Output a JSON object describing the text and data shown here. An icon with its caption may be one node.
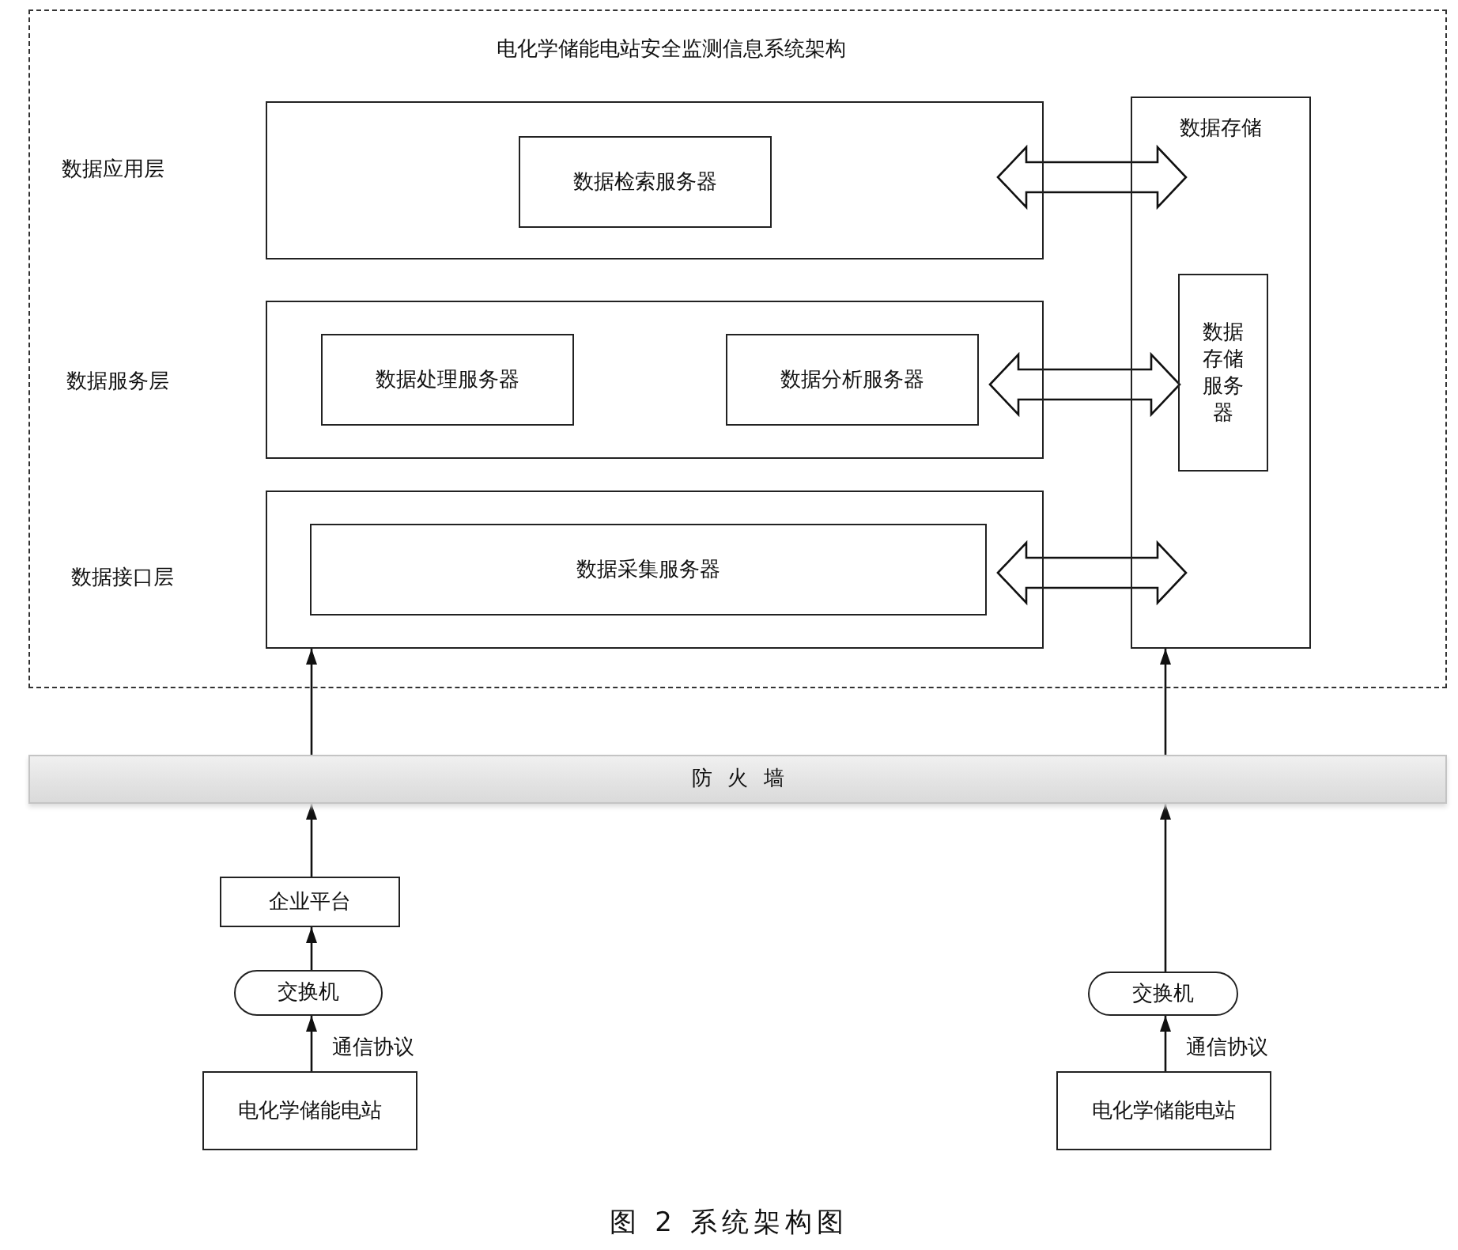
{
  "diagram": {
    "caption": "图 2 系统架构图",
    "nodes": [
      {
        "text": [
          "电化学储能电站安全监测信息系统架构"
        ]
      },
      {
        "text": [
          "数据应用层"
        ],
        "in": 0
      },
      {
        "text": [
          "数据检索服务器"
        ],
        "in": 1
      },
      {
        "text": [
          "数据服务层"
        ],
        "in": 0
      },
      {
        "text": [
          "数据处理服务器"
        ],
        "in": 3
      },
      {
        "text": [
          "数据分析服务器"
        ],
        "in": 3
      },
      {
        "text": [
          "数据接口层"
        ],
        "in": 0
      },
      {
        "text": [
          "数据采集服务器"
        ],
        "in": 6
      },
      {
        "text": [
          "数据存储"
        ],
        "in": 0
      },
      {
        "text": [
          "数据存储服务器"
        ],
        "in": 8
      },
      {
        "text": [
          "防火墙"
        ]
      },
      {
        "text": [
          "企业平台"
        ]
      },
      {
        "text": [
          "交换机"
        ]
      },
      {
        "text": [
          "电化学储能电站"
        ]
      },
      {
        "text": [
          "交换机"
        ]
      },
      {
        "text": [
          "电化学储能电站"
        ]
      }
    ],
    "edges": [
      {
        "from": 1,
        "to": 8,
        "arrow": "both",
        "style": "thick"
      },
      {
        "from": 5,
        "to": 9,
        "arrow": "both",
        "style": "thick"
      },
      {
        "from": 7,
        "to": 8,
        "arrow": "both",
        "style": "thick"
      },
      {
        "from": 10,
        "to": 6,
        "arrow": "to"
      },
      {
        "from": 10,
        "to": 8,
        "arrow": "to"
      },
      {
        "from": 11,
        "to": 10,
        "arrow": "to"
      },
      {
        "from": 14,
        "to": 10,
        "arrow": "to"
      },
      {
        "from": 12,
        "to": 11,
        "arrow": "to"
      },
      {
        "from": 13,
        "to": 12,
        "arrow": "to",
        "label": "通信协议"
      },
      {
        "from": 15,
        "to": 14,
        "arrow": "to",
        "label": "通信协议"
      }
    ]
  }
}
